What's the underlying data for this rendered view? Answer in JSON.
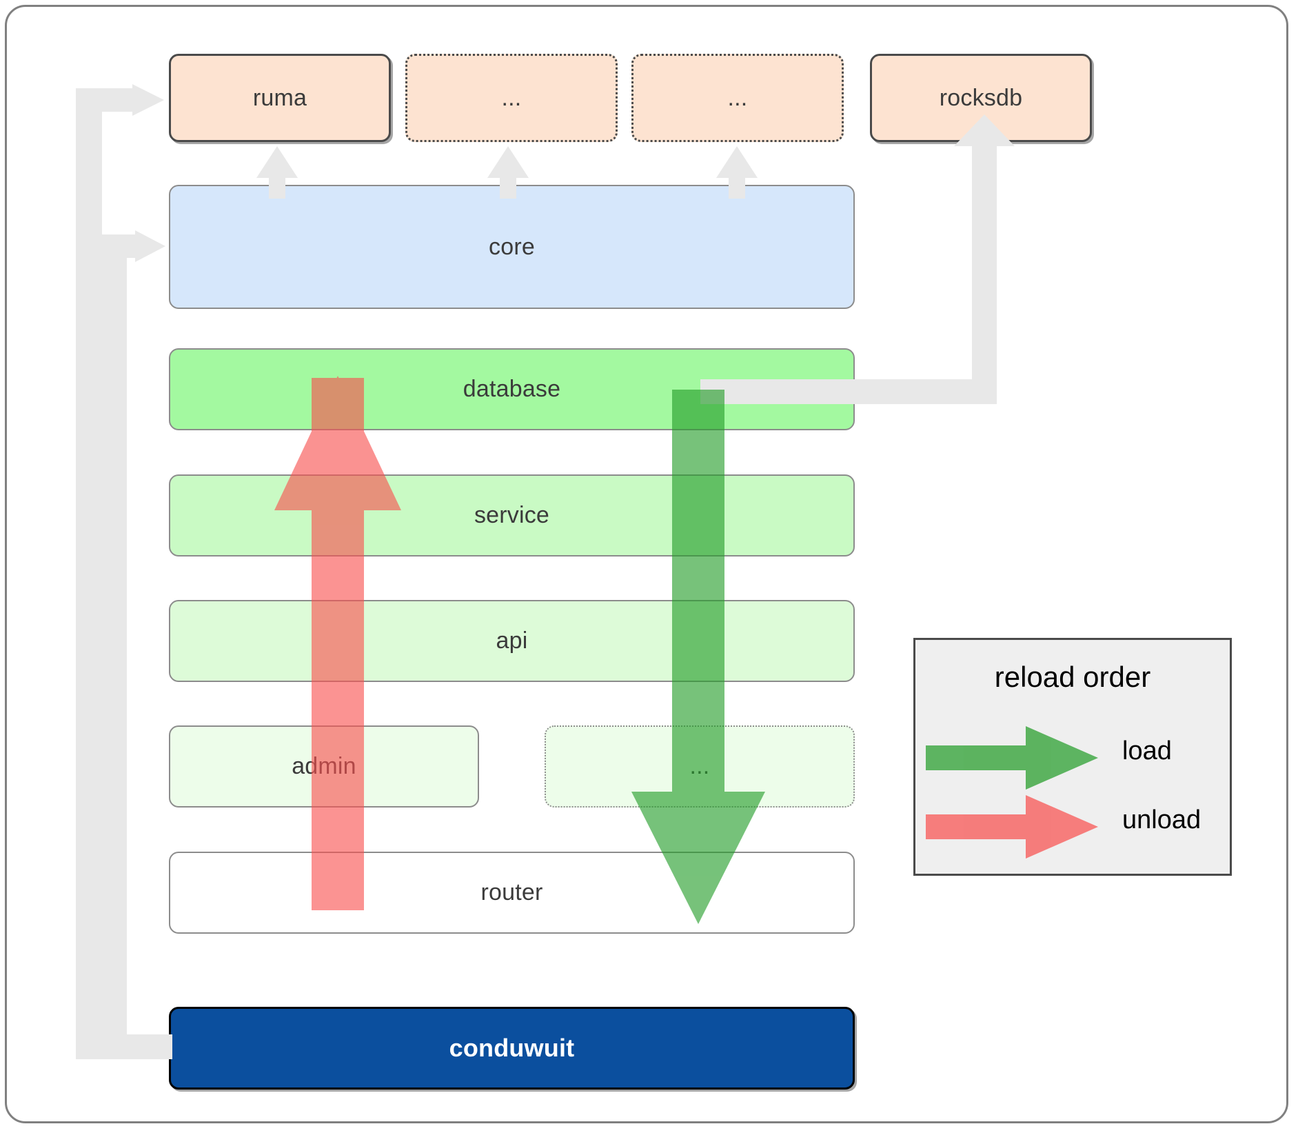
{
  "diagram": {
    "title": "conduwuit crate architecture / reload order",
    "type": "layered-architecture",
    "nodes": {
      "ruma": {
        "label": "ruma",
        "style": "external-solid",
        "fill": "#fde3d1",
        "stroke": "#4a4a4a"
      },
      "ellipsis_top_1": {
        "label": "...",
        "style": "external-dotted",
        "fill": "#fde3d1",
        "stroke": "#4a4a4a"
      },
      "ellipsis_top_2": {
        "label": "...",
        "style": "external-dotted",
        "fill": "#fde3d1",
        "stroke": "#4a4a4a"
      },
      "rocksdb": {
        "label": "rocksdb",
        "style": "external-solid",
        "fill": "#fde3d1",
        "stroke": "#4a4a4a"
      },
      "core": {
        "label": "core",
        "style": "internal",
        "fill": "#d6e7fb",
        "stroke": "#8c8c8c"
      },
      "database": {
        "label": "database",
        "style": "internal",
        "fill": "#a3f9a0",
        "stroke": "#8c8c8c"
      },
      "service": {
        "label": "service",
        "style": "internal",
        "fill": "#c9fac4",
        "stroke": "#8c8c8c"
      },
      "api": {
        "label": "api",
        "style": "internal",
        "fill": "#ddfbd8",
        "stroke": "#8c8c8c"
      },
      "admin": {
        "label": "admin",
        "style": "internal",
        "fill": "#edfdea",
        "stroke": "#8c8c8c"
      },
      "ellipsis_mid": {
        "label": "...",
        "style": "internal-dotted",
        "fill": "#edfdea",
        "stroke": "#8c8c8c"
      },
      "router": {
        "label": "router",
        "style": "internal",
        "fill": "#ffffff",
        "stroke": "#8c8c8c"
      },
      "conduwuit": {
        "label": "conduwuit",
        "style": "root",
        "fill": "#0b4f9e",
        "stroke": "#000000"
      }
    },
    "arrows": {
      "load": {
        "label": "load",
        "color": "#4caf50",
        "direction": "down",
        "from": "database",
        "to": "router"
      },
      "unload": {
        "label": "unload",
        "color": "#fa8181",
        "direction": "up",
        "from": "router",
        "to": "database"
      }
    },
    "connectors": [
      {
        "from": "conduwuit",
        "to": "ruma",
        "color": "#e8e8e8"
      },
      {
        "from": "conduwuit",
        "to": "core",
        "color": "#e8e8e8"
      },
      {
        "from": "database",
        "to": "rocksdb",
        "color": "#e8e8e8"
      },
      {
        "from": "core",
        "to": "ruma",
        "color": "#e8e8e8"
      },
      {
        "from": "core",
        "to": "ellipsis_top_1",
        "color": "#e8e8e8"
      },
      {
        "from": "core",
        "to": "ellipsis_top_2",
        "color": "#e8e8e8"
      }
    ]
  },
  "legend": {
    "title": "reload order",
    "items": [
      {
        "label": "load",
        "color": "#4caf50"
      },
      {
        "label": "unload",
        "color": "#fa8181"
      }
    ]
  },
  "colors": {
    "external_fill": "#fde3d1",
    "external_stroke": "#4a4a4a",
    "core_fill": "#d6e7fb",
    "database_fill": "#a3f9a0",
    "service_fill": "#c9fac4",
    "api_fill": "#ddfbd8",
    "admin_fill": "#edfdea",
    "router_fill": "#ffffff",
    "conduwuit_fill": "#0b4f9e",
    "connector": "#e8e8e8",
    "load_green": "#4caf50",
    "unload_red": "#fa8181",
    "legend_bg": "#efefef",
    "frame_stroke": "#808080"
  }
}
